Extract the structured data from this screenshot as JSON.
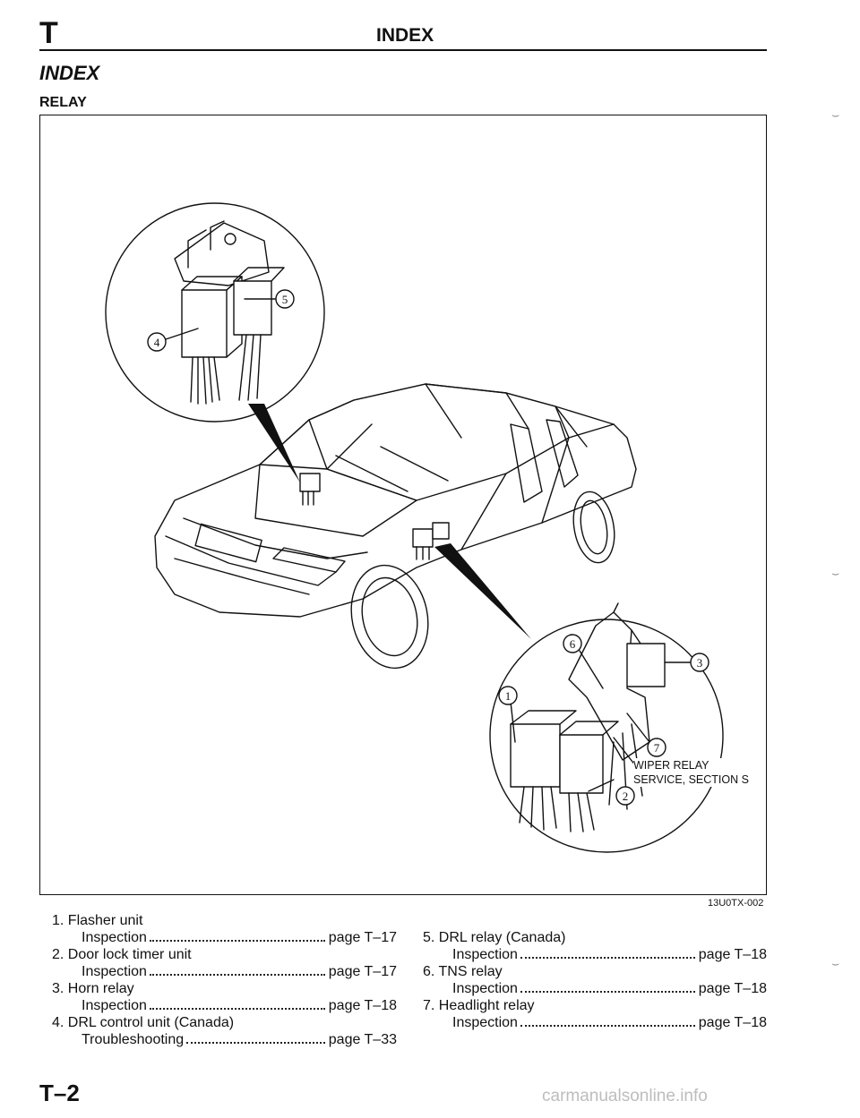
{
  "header": {
    "letter": "T",
    "title": "INDEX"
  },
  "section_title": "INDEX",
  "subsection_title": "RELAY",
  "figure": {
    "callouts": [
      "①",
      "②",
      "③",
      "④",
      "⑤",
      "⑥",
      "⑦"
    ],
    "wiper_note_line1": "WIPER RELAY",
    "wiper_note_line2": "SERVICE, SECTION S",
    "code": "13U0TX-002"
  },
  "items_left": [
    {
      "title": "1. Flasher unit",
      "sub": "Inspection",
      "page": "page T–17"
    },
    {
      "title": "2. Door lock timer unit",
      "sub": "Inspection",
      "page": "page T–17"
    },
    {
      "title": "3. Horn relay",
      "sub": "Inspection",
      "page": "page T–18"
    },
    {
      "title": "4. DRL control unit (Canada)",
      "sub": "Troubleshooting",
      "page": "page T–33"
    }
  ],
  "items_right": [
    {
      "title": "5. DRL relay (Canada)",
      "sub": "Inspection",
      "page": "page T–18"
    },
    {
      "title": "6. TNS relay",
      "sub": "Inspection",
      "page": "page T–18"
    },
    {
      "title": "7. Headlight relay",
      "sub": "Inspection",
      "page": "page T–18"
    }
  ],
  "page_number": "T–2",
  "watermark": "carmanualsonline.info"
}
